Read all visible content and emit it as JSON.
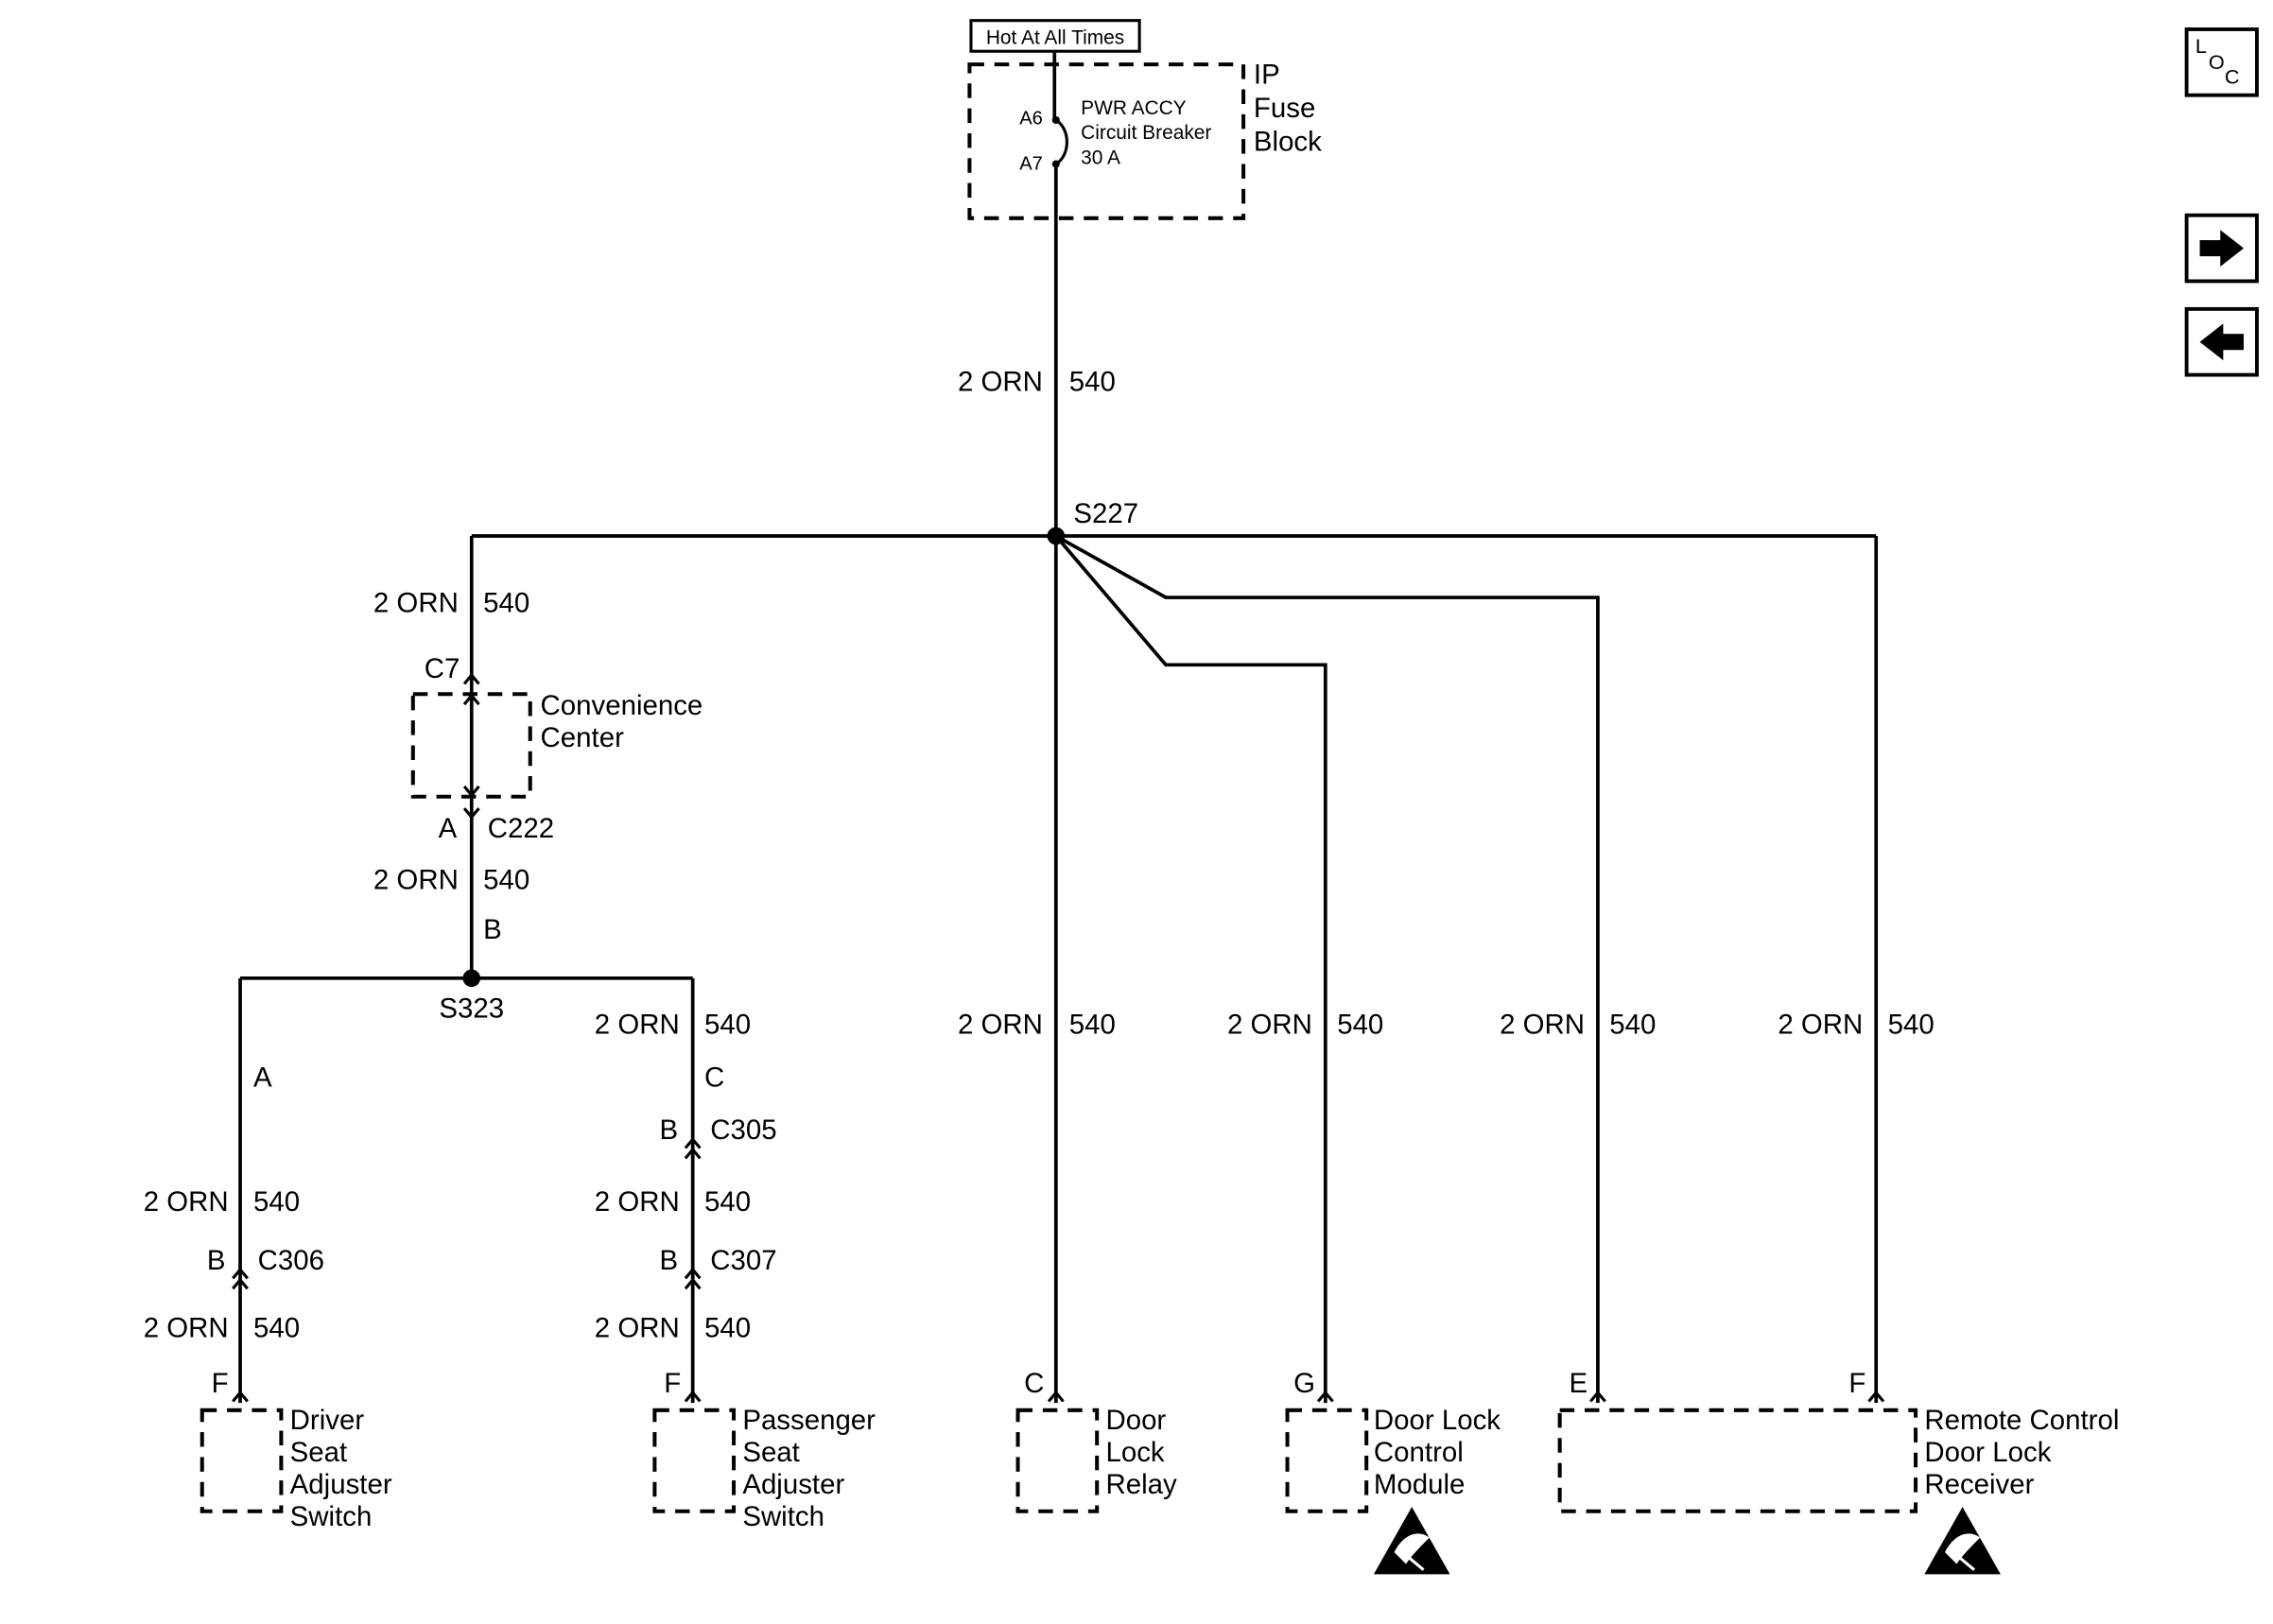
{
  "power": {
    "hot_label": "Hot At All Times",
    "fuse_block": [
      "IP",
      "Fuse",
      "Block"
    ],
    "breaker": [
      "PWR ACCY",
      "Circuit Breaker",
      "30 A"
    ],
    "pin_in": "A6",
    "pin_out": "A7"
  },
  "wire": {
    "gauge_color": "2 ORN",
    "circuit": "540"
  },
  "splices": {
    "main": "S227",
    "sub": "S323"
  },
  "convenience_center": {
    "name": [
      "Convenience",
      "Center"
    ],
    "connector_in": "C7",
    "connector_out": "C222",
    "pin_out": "A",
    "pin_splice": "B"
  },
  "components": {
    "driver_seat": {
      "name": [
        "Driver",
        "Seat",
        "Adjuster",
        "Switch"
      ],
      "splice_pin": "A",
      "connector": "C306",
      "connector_pin": "B",
      "terminal": "F"
    },
    "passenger_seat": {
      "name": [
        "Passenger",
        "Seat",
        "Adjuster",
        "Switch"
      ],
      "splice_pin": "C",
      "connector": "C305",
      "connector_pin": "B",
      "connector2": "C307",
      "connector2_pin": "B",
      "terminal": "F"
    },
    "door_lock_relay": {
      "name": [
        "Door",
        "Lock",
        "Relay"
      ],
      "terminal": "C"
    },
    "door_lock_module": {
      "name": [
        "Door Lock",
        "Control",
        "Module"
      ],
      "terminal": "G"
    },
    "remote_receiver": {
      "name": [
        "Remote Control",
        "Door Lock",
        "Receiver"
      ],
      "terminal_1": "E",
      "terminal_2": "F"
    }
  },
  "nav": {
    "loc_letters": [
      "L",
      "O",
      "C"
    ],
    "next_icon": "arrow-right-icon",
    "prev_icon": "arrow-left-icon"
  }
}
